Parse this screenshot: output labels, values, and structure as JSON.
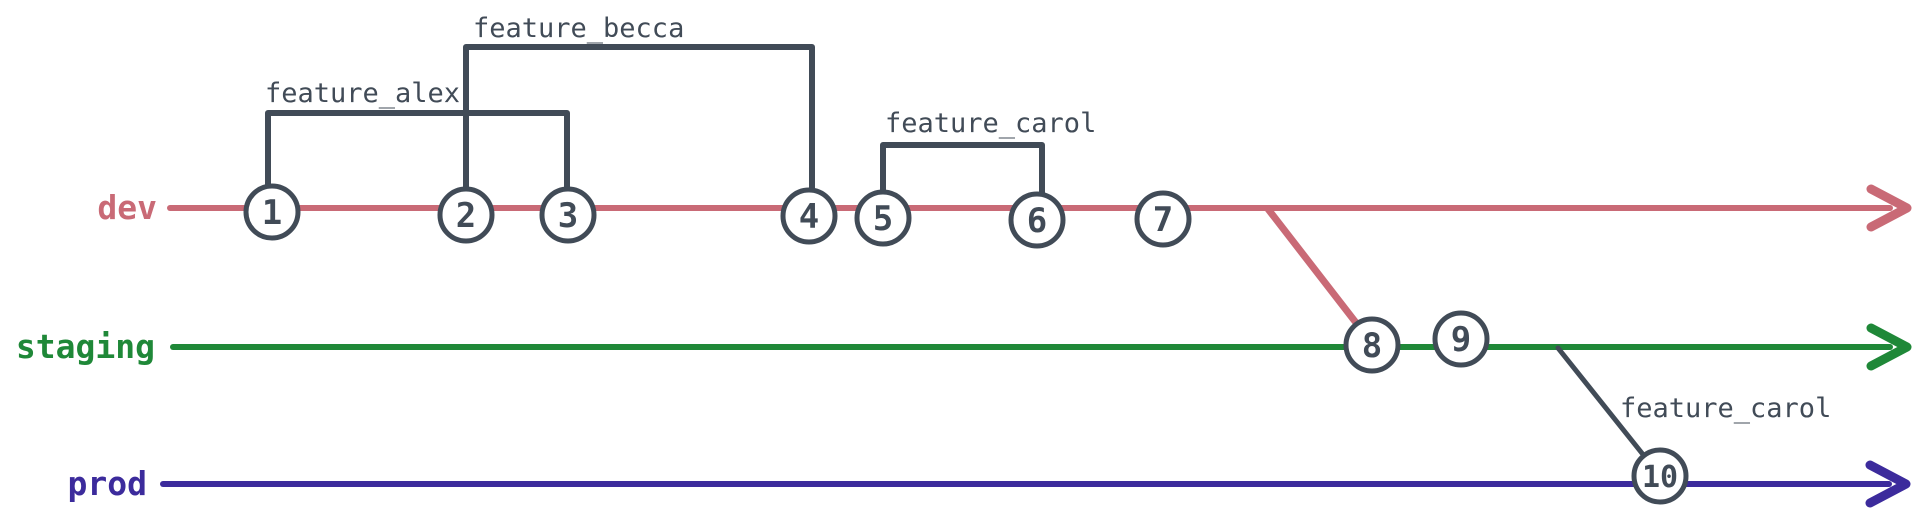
{
  "diagram": {
    "type": "git-branch-graph",
    "background": "#ffffff",
    "branches": [
      {
        "name": "dev",
        "color": "#c96a76",
        "row": "top"
      },
      {
        "name": "staging",
        "color": "#1f8838",
        "row": "middle"
      },
      {
        "name": "prod",
        "color": "#3c2b9c",
        "row": "bottom"
      }
    ],
    "node_style": {
      "fill": "#ffffff",
      "stroke": "#414b57"
    },
    "commits": [
      {
        "label": "1",
        "branch": "dev"
      },
      {
        "label": "2",
        "branch": "dev"
      },
      {
        "label": "3",
        "branch": "dev"
      },
      {
        "label": "4",
        "branch": "dev"
      },
      {
        "label": "5",
        "branch": "dev"
      },
      {
        "label": "6",
        "branch": "dev"
      },
      {
        "label": "7",
        "branch": "dev"
      },
      {
        "label": "8",
        "branch": "staging"
      },
      {
        "label": "9",
        "branch": "staging"
      },
      {
        "label": "10",
        "branch": "prod"
      }
    ],
    "features": [
      {
        "name": "feature_alex",
        "from_commit": "1",
        "to_commit": "3",
        "shape": "bracket-above-dev"
      },
      {
        "name": "feature_becca",
        "from_commit": "2",
        "to_commit": "4",
        "shape": "bracket-above-dev"
      },
      {
        "name": "feature_carol",
        "from_commit": "5",
        "to_commit": "6",
        "shape": "bracket-above-dev"
      },
      {
        "name": "feature_carol",
        "from_branch": "staging",
        "to_commit": "10",
        "shape": "diagonal-to-prod"
      }
    ],
    "merges": [
      {
        "from": "dev",
        "to": "staging",
        "at_commit": "8"
      },
      {
        "from": "staging",
        "to": "prod",
        "at_commit": "10"
      }
    ]
  }
}
